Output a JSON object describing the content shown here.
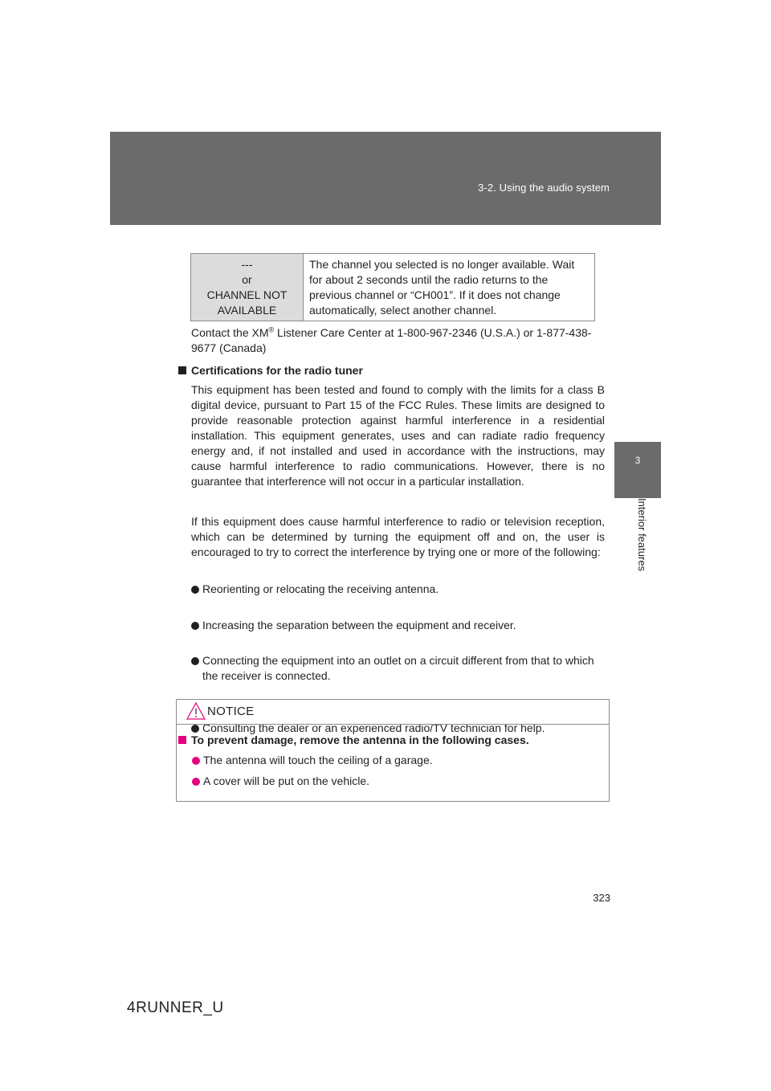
{
  "header": {
    "section_title": "3-2. Using the audio system",
    "color": "#6b6b6b"
  },
  "side_tab": {
    "chapter_number": "3",
    "chapter_label": "Interior features"
  },
  "status_table": {
    "key_lines": [
      "---",
      "or",
      "CHANNEL NOT",
      "AVAILABLE"
    ],
    "description": "The channel you selected is no longer available. Wait for about 2 seconds until the radio returns to the previous channel or “CH001”. If it does not change automatically, select another channel."
  },
  "contact": {
    "prefix": "Contact the XM",
    "superscript": "®",
    "suffix": " Listener Care Center at 1-800-967-2346 (U.S.A.) or 1-877-438-9677 (Canada)"
  },
  "certifications": {
    "heading": "Certifications for the radio tuner",
    "paragraph1": "This equipment has been tested and found to comply with the limits for a class B digital device, pursuant to Part 15 of the FCC Rules. These limits are designed to provide reasonable protection against harmful interference in a residential installation. This equipment generates, uses and can radiate radio frequency energy and, if not installed and used in accordance with the instructions, may cause harmful interference to radio communications. However, there is no guarantee that interference will not occur in a particular installation.",
    "paragraph2": "If this equipment does cause harmful interference to radio or television reception, which can be determined by turning the equipment off and on, the user is encouraged to try to correct the interference by trying one or more of the following:",
    "bullets": [
      "Reorienting or relocating the receiving antenna.",
      "Increasing the separation between the equipment and receiver.",
      "Connecting the equipment into an outlet on a circuit different from that to which the receiver is connected.",
      "Consulting the dealer or an experienced radio/TV technician for help."
    ]
  },
  "notice": {
    "title": "NOTICE",
    "heading": "To prevent damage, remove the antenna in the following cases.",
    "bullets": [
      "The antenna will touch the ceiling of a garage.",
      "A cover will be put on the vehicle."
    ],
    "accent_color": "#e6007e"
  },
  "footer": {
    "page_number": "323",
    "model_code": "4RUNNER_U"
  }
}
